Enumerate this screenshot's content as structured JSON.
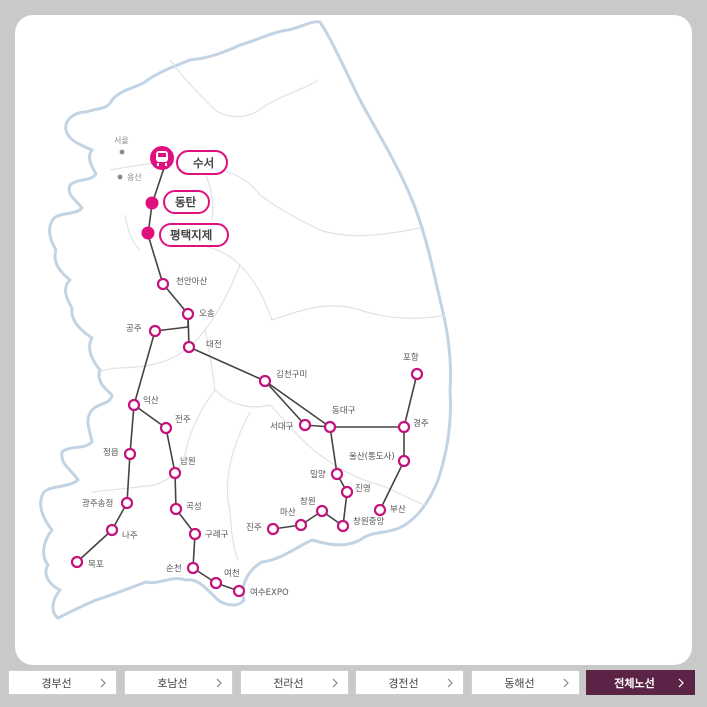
{
  "colors": {
    "route_line": "#444444",
    "station_ring": "#c4117b",
    "srt_pink": "#e0107f",
    "coast": "#c2d4e3",
    "active_tab_bg": "#5b2446"
  },
  "map": {
    "minor_stations": [
      {
        "id": "seoul",
        "label": "서울"
      },
      {
        "id": "yongsan",
        "label": "용산"
      }
    ],
    "srt_stations": [
      {
        "id": "suseo",
        "label": "수서",
        "icon": "train-icon"
      },
      {
        "id": "dongtan",
        "label": "동탄"
      },
      {
        "id": "pyeongtaek",
        "label": "평택지제"
      }
    ],
    "stations": [
      {
        "id": "cheonan",
        "label": "천안아산"
      },
      {
        "id": "osong",
        "label": "오송"
      },
      {
        "id": "gongju",
        "label": "공주"
      },
      {
        "id": "daejeon",
        "label": "대전"
      },
      {
        "id": "gimcheon",
        "label": "김천구미"
      },
      {
        "id": "pohang",
        "label": "포항"
      },
      {
        "id": "iksan",
        "label": "익산"
      },
      {
        "id": "jeonju",
        "label": "전주"
      },
      {
        "id": "seodaegu",
        "label": "서대구"
      },
      {
        "id": "dongdaegu",
        "label": "동대구"
      },
      {
        "id": "gyeongju",
        "label": "경주"
      },
      {
        "id": "jeongeup",
        "label": "정읍"
      },
      {
        "id": "namwon",
        "label": "남원"
      },
      {
        "id": "ulsan",
        "label": "울산(통도사)"
      },
      {
        "id": "miryang",
        "label": "밀양"
      },
      {
        "id": "jinyeong",
        "label": "진영"
      },
      {
        "id": "gwangju",
        "label": "광주송정"
      },
      {
        "id": "gokseong",
        "label": "곡성"
      },
      {
        "id": "busan",
        "label": "부산"
      },
      {
        "id": "changwon",
        "label": "창원"
      },
      {
        "id": "masan",
        "label": "마산"
      },
      {
        "id": "jinju",
        "label": "진주"
      },
      {
        "id": "changwonjungang",
        "label": "창원중앙"
      },
      {
        "id": "naju",
        "label": "나주"
      },
      {
        "id": "gurye",
        "label": "구례구"
      },
      {
        "id": "mokpo",
        "label": "목포"
      },
      {
        "id": "suncheon",
        "label": "순천"
      },
      {
        "id": "yeocheon",
        "label": "여천"
      },
      {
        "id": "yeosu",
        "label": "여수EXPO"
      }
    ]
  },
  "tabs": [
    {
      "label": "경부선",
      "active": false
    },
    {
      "label": "호남선",
      "active": false
    },
    {
      "label": "전라선",
      "active": false
    },
    {
      "label": "경전선",
      "active": false
    },
    {
      "label": "동해선",
      "active": false
    },
    {
      "label": "전체노선",
      "active": true
    }
  ]
}
